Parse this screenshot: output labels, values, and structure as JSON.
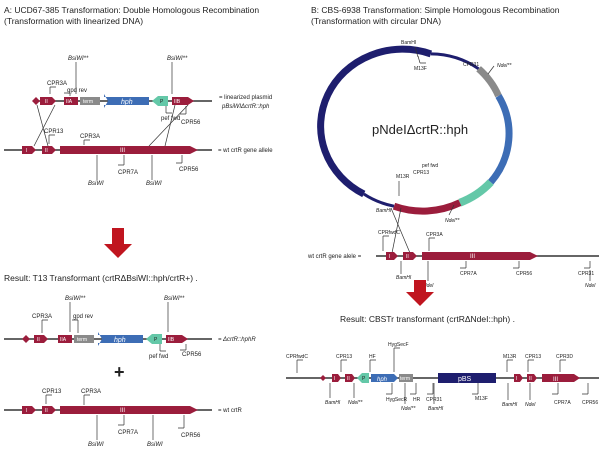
{
  "panel_a": {
    "title": "A: UCD67-385 Transformation: Double Homologous Recombination",
    "subtitle": "(Transformation with linearized DNA)",
    "construct_label_1": "= linearized plasmid",
    "construct_label_2": "pBsiWIΔcrtR::hph",
    "wt_label": "= wt crtR gene allele",
    "result_title": "Result: T13 Transformant (crtRΔBsiWI::hph/crtR+) .",
    "result_construct_label": "= ΔcrtR::hphR",
    "result_wt_label": "= wt crtR",
    "plus": "+",
    "labels": {
      "bsiwi_star": "BsiWI**",
      "bsiwi": "BsiWI",
      "cpr3a": "CPR3A",
      "cpr13": "CPR13",
      "cpr7a": "CPR7A",
      "cpr56": "CPR56",
      "gpd_rev": "gpd rev",
      "pef_fwd": "pef fwd",
      "term": "term",
      "hph": "hph",
      "p": "P",
      "i": "I",
      "ii": "II",
      "iia": "IIA",
      "iib": "IIB",
      "iii": "III"
    }
  },
  "panel_b": {
    "title": "B: CBS-6938 Transformation: Simple Homologous Recombination",
    "subtitle": "(Transformation with circular DNA)",
    "plasmid_name": "pNdeIΔcrtR::hph",
    "wt_label": "wt crtR gene alele =",
    "result_title": "Result: CBSTr transformant (crtRΔNdeI::hph) .",
    "labels": {
      "bamhi": "BamHI",
      "m13f": "M13F",
      "m13r": "M13R",
      "cpr31": "CPR31",
      "cpr13": "CPR13",
      "cpr3a": "CPR3A",
      "cpr3d": "CPR3D",
      "cpr7a": "CPR7A",
      "cpr56": "CPR56",
      "cprfwdc": "CPRfwdC",
      "ndei": "NdeI",
      "ndei_star": "NdeI**",
      "pef_fwd": "pef fwd",
      "pbs": "pBS",
      "hph": "hph",
      "term": "term",
      "hf": "HF",
      "hr": "HR",
      "hygsecf": "HygSecF",
      "hygsecr": "HygSecR",
      "p": "P",
      "i": "I",
      "ii": "II",
      "iii": "III"
    }
  },
  "colors": {
    "crimson": "#9b1d3c",
    "blue": "#3d6db5",
    "navy": "#1e1e6e",
    "teal": "#64c8a8",
    "grey": "#8a8a8a",
    "red_arrow": "#c0151f"
  }
}
